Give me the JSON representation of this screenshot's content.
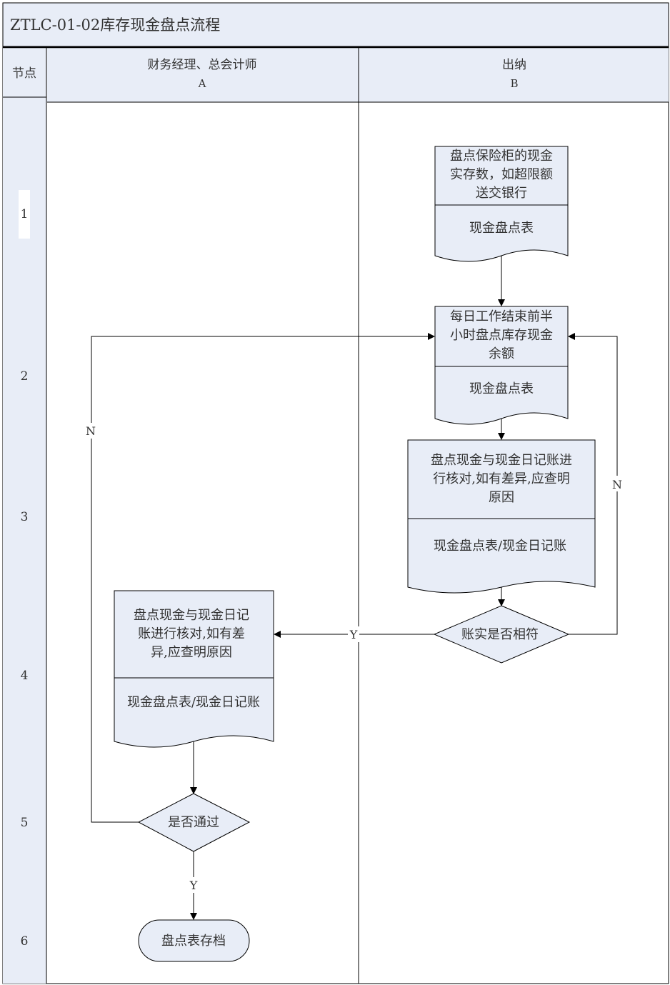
{
  "title": "ZTLC-01-02库存现金盘点流程",
  "header": {
    "node_label": "节点",
    "lanes": [
      {
        "name": "财务经理、总会计师",
        "code": "A"
      },
      {
        "name": "出纳",
        "code": "B"
      }
    ]
  },
  "nodes": [
    "1",
    "2",
    "3",
    "4",
    "5",
    "6"
  ],
  "steps": {
    "b1": {
      "text": [
        "盘点保险柜的现金",
        "实存数，如超限额",
        "送交银行"
      ],
      "doc": "现金盘点表"
    },
    "b2": {
      "text": [
        "每日工作结束前半",
        "小时盘点库存现金",
        "余额"
      ],
      "doc": "现金盘点表"
    },
    "b3": {
      "text": [
        "盘点现金与现金日记账进",
        "行核对,如有差异,应查明",
        "原因"
      ],
      "doc": "现金盘点表/现金日记账"
    },
    "b4": {
      "text": "账实是否相符"
    },
    "a4": {
      "text": [
        "盘点现金与现金日记",
        "账进行核对,如有差",
        "异,应查明原因"
      ],
      "doc": "现金盘点表/现金日记账"
    },
    "a5": {
      "text": "是否通过"
    },
    "a6": {
      "text": "盘点表存档"
    }
  },
  "edge_labels": {
    "yes": "Y",
    "no": "N"
  },
  "colors": {
    "fill": "#e8edf7",
    "line": "#000000",
    "text": "#333333"
  }
}
